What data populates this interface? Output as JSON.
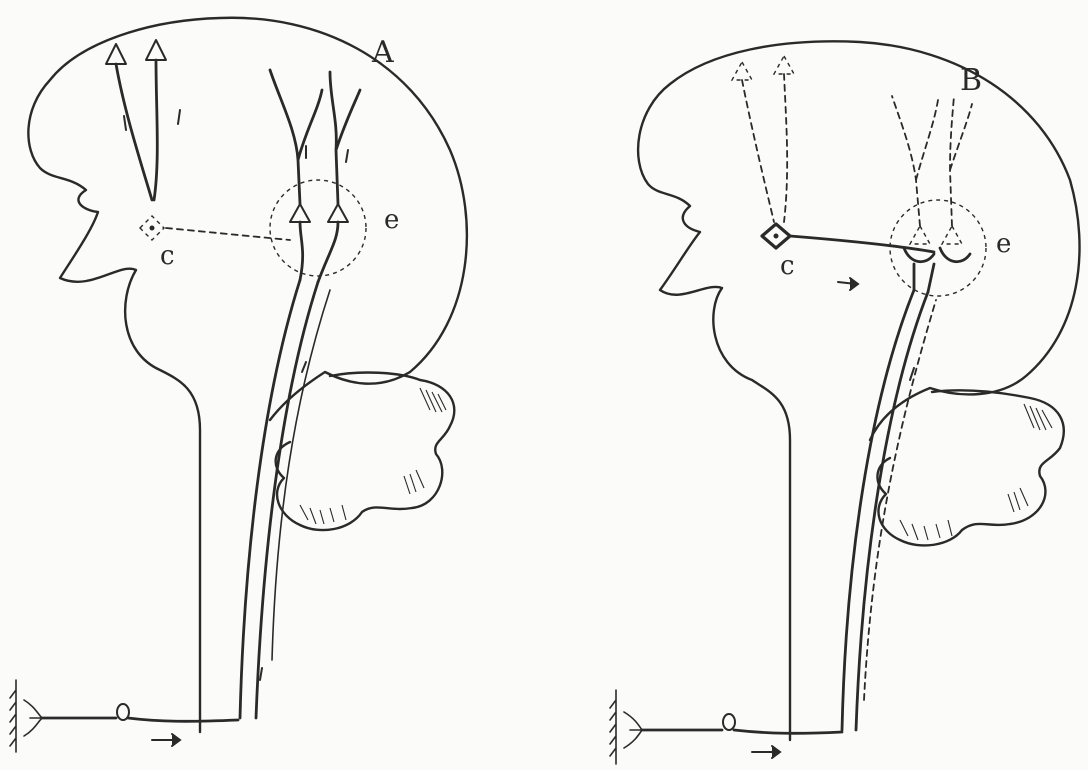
{
  "panels": [
    {
      "id": "A",
      "label": "A",
      "labels": {
        "c": "c",
        "e": "e"
      }
    },
    {
      "id": "B",
      "label": "B",
      "labels": {
        "c": "c",
        "e": "e"
      }
    }
  ]
}
